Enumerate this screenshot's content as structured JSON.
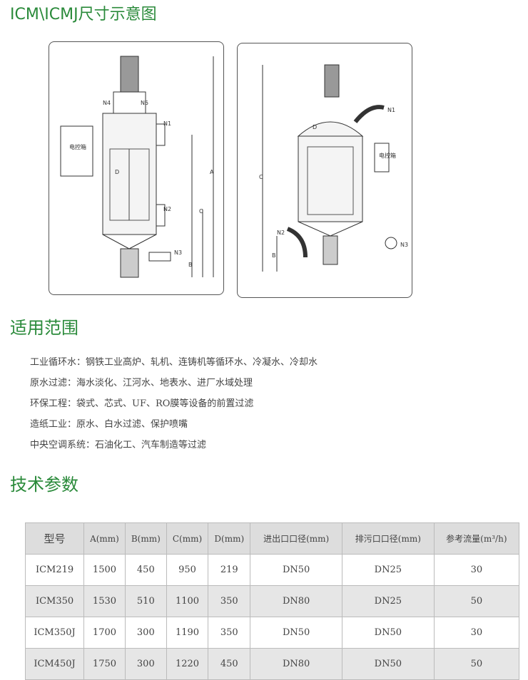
{
  "title": "ICM\\ICMJ尺寸示意图",
  "diagram_left": {
    "labels": {
      "n1": "N1",
      "n2": "N2",
      "n3": "N3",
      "n4": "N4",
      "n5": "N5",
      "a": "A",
      "b": "B",
      "c": "C",
      "d": "D",
      "box": "电控箱"
    }
  },
  "diagram_right": {
    "labels": {
      "n1": "N1",
      "n2": "N2",
      "n3": "N3",
      "b": "B",
      "c": "C",
      "d": "D",
      "box": "电控箱"
    }
  },
  "scope": {
    "heading": "适用范围",
    "items": [
      "工业循环水：钢铁工业高炉、轧机、连铸机等循环水、冷凝水、冷却水",
      "原水过滤：海水淡化、江河水、地表水、进厂水域处理",
      "环保工程：袋式、芯式、UF、RO膜等设备的前置过滤",
      "造纸工业：原水、白水过滤、保护喷嘴",
      "中央空调系统：石油化工、汽车制造等过滤"
    ]
  },
  "params": {
    "heading": "技术参数",
    "headers": [
      "型号",
      "A(mm)",
      "B(mm)",
      "C(mm)",
      "D(mm)",
      "进出口口径(mm)",
      "排污口口径(mm)",
      "参考流量(m³/h)"
    ],
    "rows": [
      [
        "ICM219",
        "1500",
        "450",
        "950",
        "219",
        "DN50",
        "DN25",
        "30"
      ],
      [
        "ICM350",
        "1530",
        "510",
        "1100",
        "350",
        "DN80",
        "DN25",
        "50"
      ],
      [
        "ICM350J",
        "1700",
        "300",
        "1190",
        "350",
        "DN50",
        "DN50",
        "30"
      ],
      [
        "ICM450J",
        "1750",
        "300",
        "1220",
        "450",
        "DN80",
        "DN50",
        "50"
      ]
    ]
  }
}
